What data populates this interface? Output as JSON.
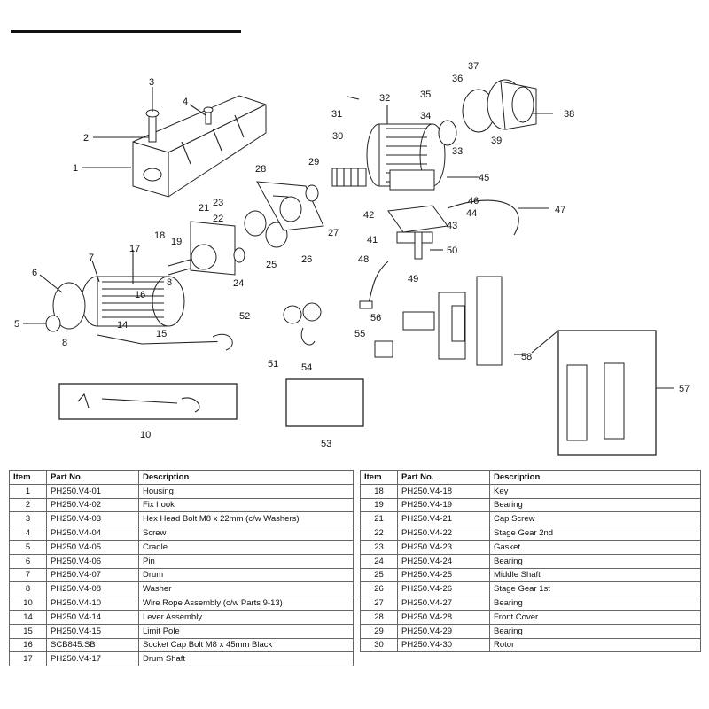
{
  "callouts": [
    "1",
    "2",
    "3",
    "4",
    "5",
    "6",
    "7",
    "8",
    "10",
    "14",
    "15",
    "16",
    "8",
    "17",
    "18",
    "19",
    "21",
    "22",
    "23",
    "24",
    "25",
    "26",
    "27",
    "28",
    "29",
    "30",
    "31",
    "32",
    "33",
    "34",
    "35",
    "36",
    "37",
    "38",
    "39",
    "41",
    "42",
    "43",
    "44",
    "45",
    "46",
    "47",
    "48",
    "49",
    "50",
    "51",
    "52",
    "53",
    "54",
    "55",
    "56",
    "57",
    "58"
  ],
  "table_left": {
    "headers": [
      "Item",
      "Part No.",
      "Description"
    ],
    "rows": [
      [
        "1",
        "PH250.V4-01",
        "Housing"
      ],
      [
        "2",
        "PH250.V4-02",
        "Fix hook"
      ],
      [
        "3",
        "PH250.V4-03",
        "Hex Head Bolt M8 x 22mm (c/w Washers)"
      ],
      [
        "4",
        "PH250.V4-04",
        "Screw"
      ],
      [
        "5",
        "PH250.V4-05",
        "Cradle"
      ],
      [
        "6",
        "PH250.V4-06",
        "Pin"
      ],
      [
        "7",
        "PH250.V4-07",
        "Drum"
      ],
      [
        "8",
        "PH250.V4-08",
        "Washer"
      ],
      [
        "10",
        "PH250.V4-10",
        "Wire Rope Assembly (c/w Parts 9-13)"
      ],
      [
        "14",
        "PH250.V4-14",
        "Lever Assembly"
      ],
      [
        "15",
        "PH250.V4-15",
        "Limit Pole"
      ],
      [
        "16",
        "SCB845.SB",
        "Socket Cap Bolt M8 x 45mm Black"
      ],
      [
        "17",
        "PH250.V4-17",
        "Drum Shaft"
      ]
    ]
  },
  "table_right": {
    "headers": [
      "Item",
      "Part No.",
      "Description"
    ],
    "rows": [
      [
        "18",
        "PH250.V4-18",
        "Key"
      ],
      [
        "19",
        "PH250.V4-19",
        "Bearing"
      ],
      [
        "21",
        "PH250.V4-21",
        "Cap Screw"
      ],
      [
        "22",
        "PH250.V4-22",
        "Stage Gear 2nd"
      ],
      [
        "23",
        "PH250.V4-23",
        "Gasket"
      ],
      [
        "24",
        "PH250.V4-24",
        "Bearing"
      ],
      [
        "25",
        "PH250.V4-25",
        "Middle Shaft"
      ],
      [
        "26",
        "PH250.V4-26",
        "Stage Gear 1st"
      ],
      [
        "27",
        "PH250.V4-27",
        "Bearing"
      ],
      [
        "28",
        "PH250.V4-28",
        "Front Cover"
      ],
      [
        "29",
        "PH250.V4-29",
        "Bearing"
      ],
      [
        "30",
        "PH250.V4-30",
        "Rotor"
      ]
    ]
  }
}
